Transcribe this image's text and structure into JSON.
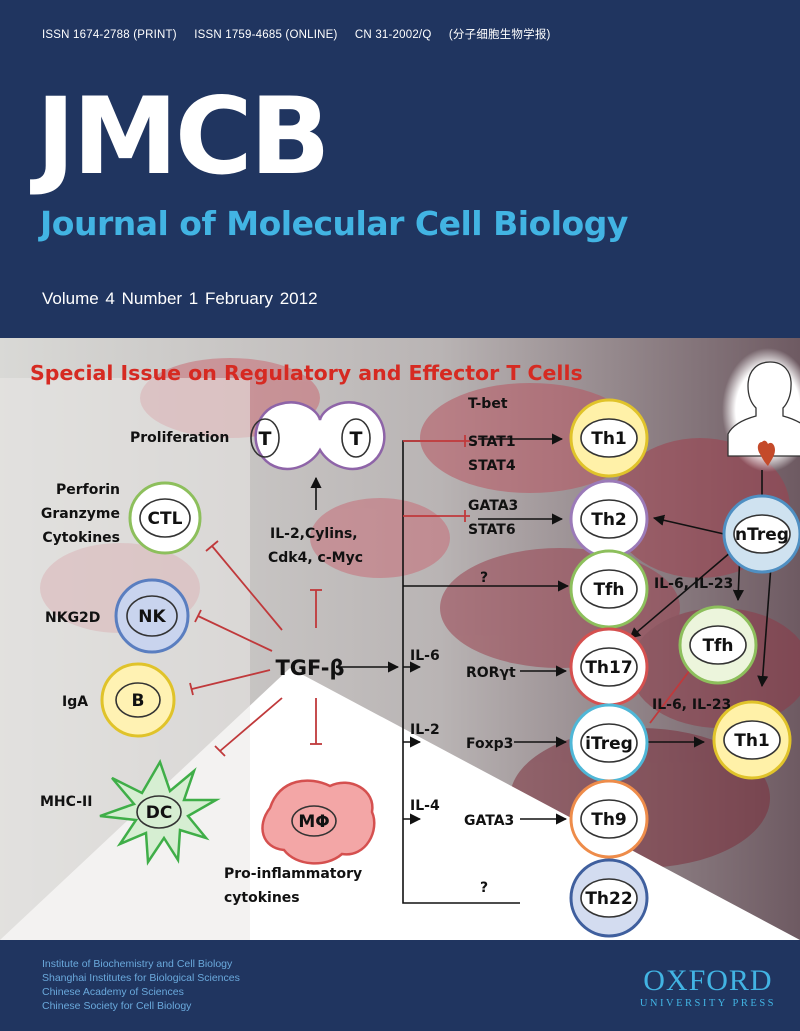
{
  "header": {
    "issn_print": "ISSN 1674-2788 (PRINT)",
    "issn_online": "ISSN 1759-4685 (ONLINE)",
    "cn": "CN 31-2002/Q",
    "chinese_title": "(分子细胞生物学报)",
    "logo": "JMCB",
    "journal_name": "Journal of Molecular Cell Biology",
    "volume_line": "Volume 4  Number 1  February 2012"
  },
  "diagram": {
    "banner": "Special Issue on Regulatory and Effector T Cells",
    "proliferation_label": "Proliferation",
    "t_cell_letter": "T",
    "perforin": "Perforin",
    "granzyme": "Granzyme",
    "cytokines": "Cytokines",
    "ctl": "CTL",
    "nkg2d": "NKG2D",
    "nk": "NK",
    "iga": "IgA",
    "b": "B",
    "mhc": "MHC-II",
    "dc": "DC",
    "macrophage": "MΦ",
    "proinflammatory": "Pro-inflammatory",
    "cytokines2": "cytokines",
    "tgfb": "TGF-β",
    "il2_cyclins": "IL-2,Cylins,",
    "cdk4": "Cdk4, c-Myc",
    "tbet": "T-bet",
    "stat1": "STAT1",
    "stat4": "STAT4",
    "gata3_top": "GATA3",
    "stat6": "STAT6",
    "question1": "?",
    "il6": "IL-6",
    "rorgt": "RORγt",
    "il2": "IL-2",
    "foxp3": "Foxp3",
    "il4": "IL-4",
    "gata3_bottom": "GATA3",
    "question2": "?",
    "th1": "Th1",
    "th2": "Th2",
    "tfh": "Tfh",
    "th17": "Th17",
    "itreg": "iTreg",
    "th9": "Th9",
    "th22": "Th22",
    "ntreg": "nTreg",
    "tfh_right": "Tfh",
    "th1_right": "Th1",
    "il6_il23_top": "IL-6, IL-23",
    "il6_il23_bottom": "IL-6, IL-23"
  },
  "footer": {
    "line1": "Institute of Biochemistry and Cell Biology",
    "line2": "Shanghai Institutes for Biological Sciences",
    "line3": "Chinese Academy of Sciences",
    "line4": "Chinese Society for Cell Biology",
    "publisher": "OXFORD",
    "publisher_sub": "UNIVERSITY PRESS"
  },
  "colors": {
    "background": "#203560",
    "accent": "#42b4e3",
    "banner": "#d62a22",
    "inhibit": "#c0393b"
  }
}
